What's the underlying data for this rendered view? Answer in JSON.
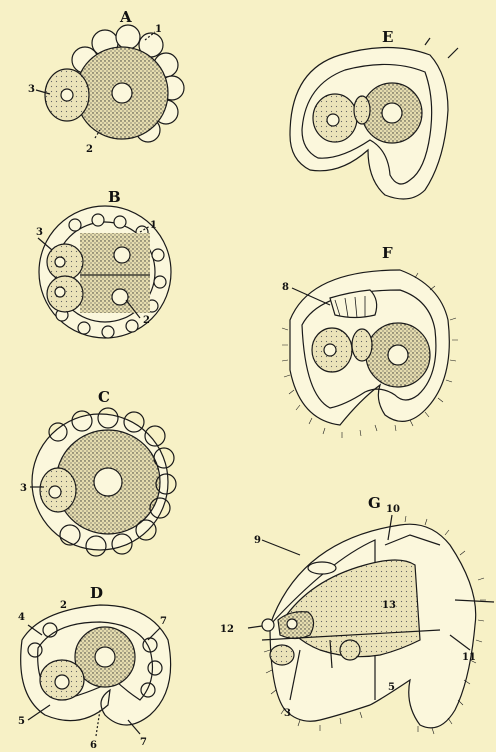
{
  "figures": [
    {
      "letter": "A",
      "labels": [
        "1",
        "2",
        "3"
      ]
    },
    {
      "letter": "B",
      "labels": [
        "1",
        "2",
        "3"
      ]
    },
    {
      "letter": "C",
      "labels": [
        "3"
      ]
    },
    {
      "letter": "D",
      "labels": [
        "2",
        "4",
        "5",
        "6",
        "7",
        "7"
      ]
    },
    {
      "letter": "E",
      "labels": []
    },
    {
      "letter": "F",
      "labels": [
        "8"
      ]
    },
    {
      "letter": "G",
      "labels": [
        "9",
        "10",
        "11",
        "12",
        "13",
        "3",
        "5"
      ]
    }
  ],
  "colors": {
    "background": "#f7f1c6",
    "ink": "#1a1a1a",
    "endoderm": "#e0d6a8",
    "ectoderm": "#fbf7dc"
  }
}
